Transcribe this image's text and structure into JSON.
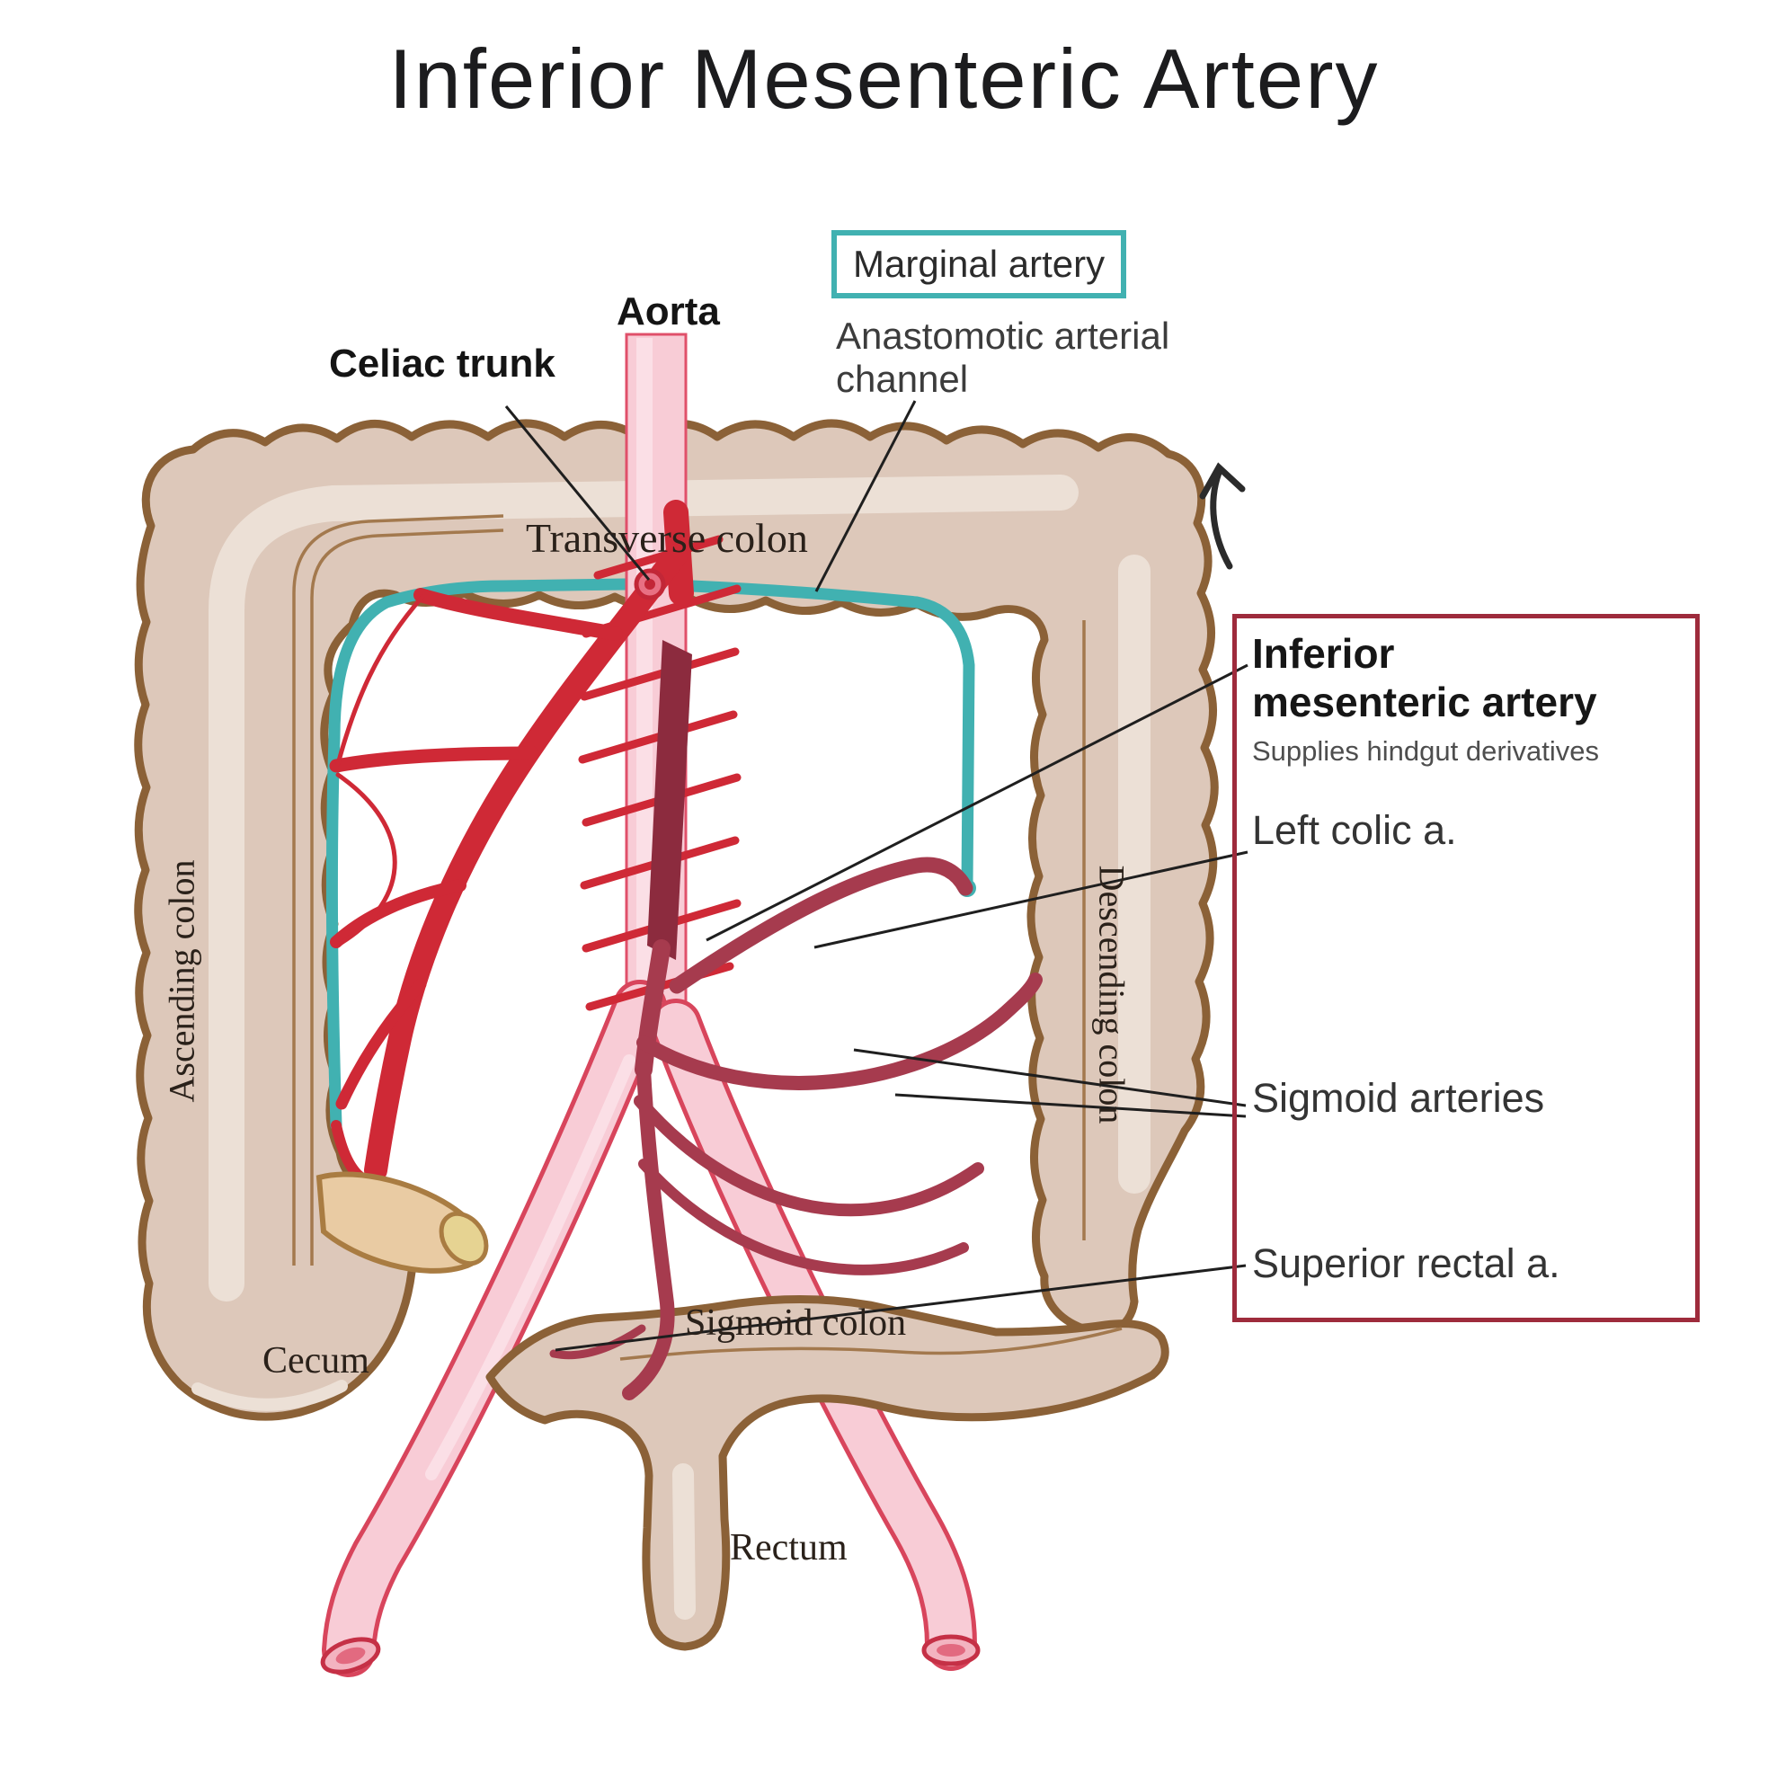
{
  "title": "Inferior Mesenteric Artery",
  "labels": {
    "aorta": "Aorta",
    "celiac_trunk": "Celiac trunk",
    "marginal_artery": "Marginal artery",
    "anastomotic_channel": "Anastomotic arterial channel"
  },
  "colon": {
    "transverse": "Transverse colon",
    "ascending": "Ascending colon",
    "descending": "Descending colon",
    "cecum": "Cecum",
    "sigmoid": "Sigmoid colon",
    "rectum": "Rectum"
  },
  "legend": {
    "ima_line1": "Inferior",
    "ima_line2": "mesenteric artery",
    "ima_note": "Supplies hindgut derivatives",
    "left_colic": "Left colic a.",
    "sigmoid_arteries": "Sigmoid arteries",
    "superior_rectal": "Superior rectal a."
  },
  "colors": {
    "teal": "#41b1b1",
    "legend_red": "#9e2b3c",
    "artery_red": "#cf2936",
    "ima_maroon": "#a63b4e",
    "ima_dark": "#8c2b3e",
    "aorta_pink": "#f8ccd6",
    "aorta_pink_light": "#fbdfe6",
    "aorta_outline": "#d8455c",
    "colon_tan": "#ddc8ba",
    "colon_outline": "#8b6137",
    "colon_highlight": "#ece0d6",
    "ileum_fill": "#e9cba3",
    "ileum_outline": "#a97c42",
    "leader": "#1f1f1f"
  }
}
